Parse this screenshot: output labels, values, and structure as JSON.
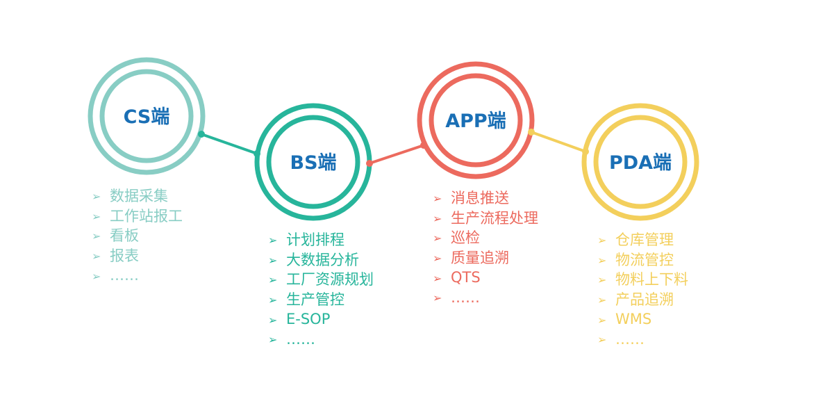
{
  "colors": {
    "cs": "#88cdc4",
    "bs": "#27b59b",
    "app": "#ec6a5e",
    "pda": "#f3cf5c",
    "title": "#1a6fb5"
  },
  "nodes": [
    {
      "id": "cs",
      "title": "CS端",
      "items": [
        "数据采集",
        "工作站报工",
        "看板",
        "报表",
        "……"
      ]
    },
    {
      "id": "bs",
      "title": "BS端",
      "items": [
        "计划排程",
        "大数据分析",
        "工厂资源规划",
        "生产管控",
        "E-SOP",
        "……"
      ]
    },
    {
      "id": "app",
      "title": "APP端",
      "items": [
        "消息推送",
        "生产流程处理",
        "巡检",
        "质量追溯",
        "QTS",
        "……"
      ]
    },
    {
      "id": "pda",
      "title": "PDA端",
      "items": [
        "仓库管理",
        "物流管控",
        "物料上下料",
        "产品追溯",
        "WMS",
        "……"
      ]
    }
  ],
  "bullet_icon": "arrow-bullet-icon"
}
